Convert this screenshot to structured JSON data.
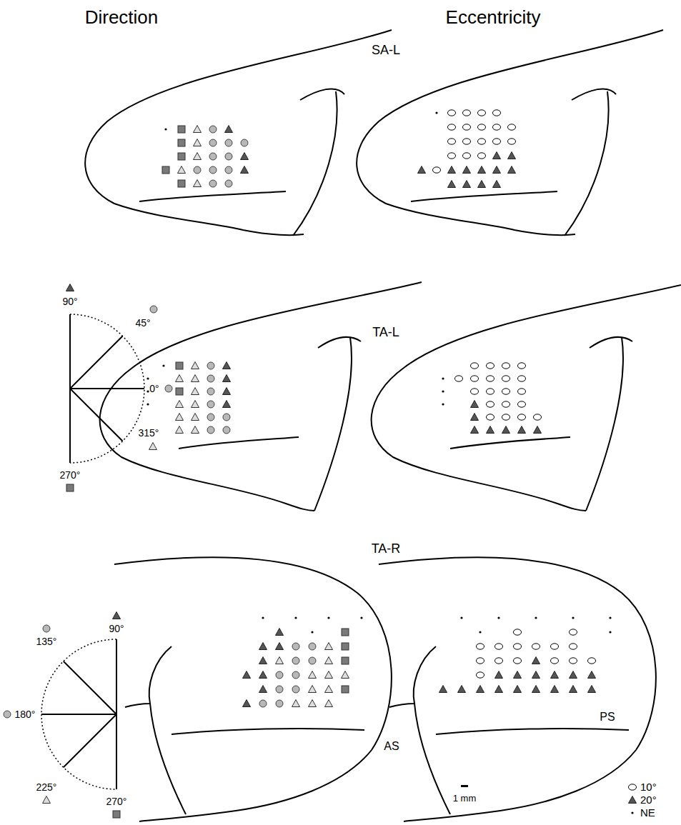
{
  "diagram": {
    "labels": [
      "Direction",
      "Eccentricity",
      "SA-L",
      "TA-L",
      "TA-R",
      "90°",
      "45°",
      "0°",
      "315°",
      "270°",
      "90°",
      "135°",
      "180°",
      "225°",
      "270°",
      "AS",
      "PS",
      "1 mm"
    ],
    "legend": [
      {
        "text": "10°"
      },
      {
        "text": "20°"
      },
      {
        "text": "NE"
      }
    ]
  }
}
